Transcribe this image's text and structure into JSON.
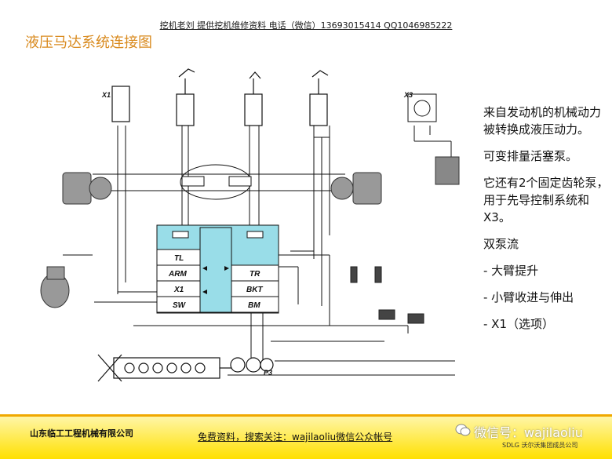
{
  "header": {
    "banner": "挖机老刘 提供挖机维修资料 电话（微信）13693015414 QQ1046985222",
    "title": "液压马达系统连接图"
  },
  "description": [
    "来自发动机的机械动力被转换成液压动力。",
    "可变排量活塞泵。",
    "它还有2个固定齿轮泵，用于先导控制系统和X3。",
    "双泵流",
    "- 大臂提升",
    "- 小臂收进与伸出",
    "- X1（选项）"
  ],
  "diagram": {
    "valve_left": [
      "TL",
      "ARM",
      "X1",
      "SW"
    ],
    "valve_right": [
      "TR",
      "BKT",
      "BM"
    ],
    "labels": {
      "x1": "X1",
      "x3": "X3",
      "p3": "P3"
    },
    "colors": {
      "valve_bg": "#99dde8",
      "valve_cell": "#ffffff",
      "line": "#111111"
    }
  },
  "footer": {
    "company": "山东临工工程机械有限公司",
    "ad": "免费资料，搜索关注：wajilaoliu微信公众帐号",
    "watermark": "微信号：wajilaoliu",
    "brand": "SDLG 沃尔沃集团成员公司"
  }
}
